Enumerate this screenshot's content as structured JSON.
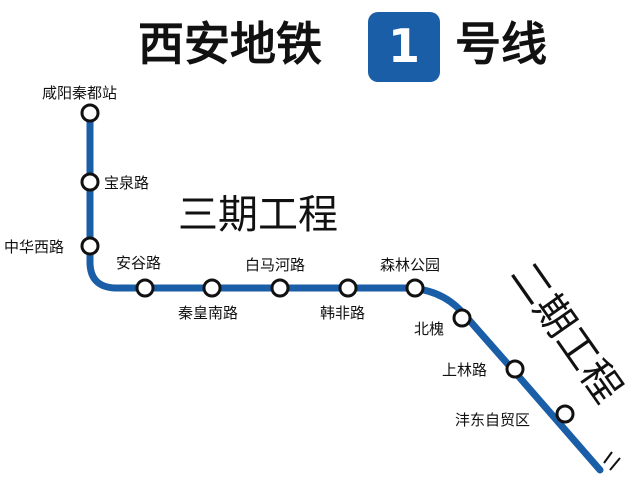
{
  "title": {
    "prefix": "西安地铁",
    "line_number": "1",
    "suffix": "号线"
  },
  "phases": {
    "phase3": "三期工程",
    "phase2": "二期工程"
  },
  "line_color": "#1a5ea8",
  "badge_color": "#1a5ea8",
  "stations": [
    {
      "id": "xianyang-qindu",
      "name": "咸阳秦都站"
    },
    {
      "id": "baoquan-lu",
      "name": "宝泉路"
    },
    {
      "id": "zhonghua-xilu",
      "name": "中华西路"
    },
    {
      "id": "angu-lu",
      "name": "安谷路"
    },
    {
      "id": "qinhuang-nanlu",
      "name": "秦皇南路"
    },
    {
      "id": "baima-helu",
      "name": "白马河路"
    },
    {
      "id": "hanfei-lu",
      "name": "韩非路"
    },
    {
      "id": "senlin-gongyuan",
      "name": "森林公园"
    },
    {
      "id": "beihuai",
      "name": "北槐"
    },
    {
      "id": "shanglin-lu",
      "name": "上林路"
    },
    {
      "id": "fengdong-ziyouqu",
      "name": "沣东自贸区"
    }
  ]
}
